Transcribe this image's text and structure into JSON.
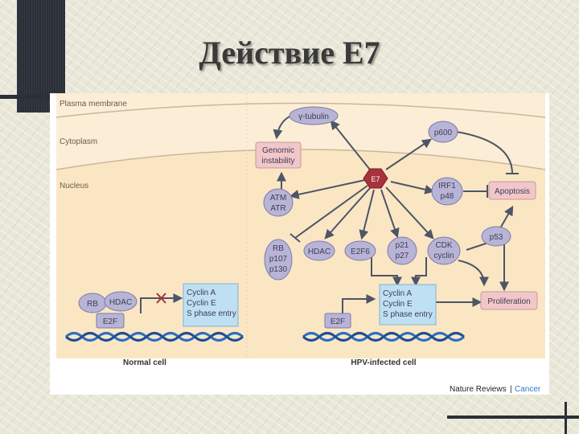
{
  "slide": {
    "title": "Действие E7"
  },
  "figure": {
    "regions": {
      "membrane": "Plasma membrane",
      "cytoplasm": "Cytoplasm",
      "nucleus": "Nucleus"
    },
    "e7": "E7",
    "nodes": {
      "gamma_tubulin": "γ-tubulin",
      "genomic": [
        "Genomic",
        "instability"
      ],
      "atm": [
        "ATM",
        "ATR"
      ],
      "rb": [
        "RB",
        "p107",
        "p130"
      ],
      "hdac": "HDAC",
      "e2f6": "E2F6",
      "p21": [
        "p21",
        "p27"
      ],
      "cdk": [
        "CDK",
        "cyclin"
      ],
      "irf": [
        "IRF1",
        "p48"
      ],
      "p600": "p600",
      "p53": "p53",
      "apoptosis": "Apoptosis",
      "proliferation": "Proliferation"
    },
    "normal": {
      "rb": "RB",
      "hdac": "HDAC",
      "e2f": "E2F",
      "cyclin": [
        "Cyclin A",
        "Cyclin E",
        "S phase entry"
      ],
      "label": "Normal cell"
    },
    "hpv": {
      "e2f": "E2F",
      "cyclin": [
        "Cyclin A",
        "Cyclin E",
        "S phase entry"
      ],
      "label": "HPV-infected cell"
    },
    "credit": {
      "journal": "Nature Reviews",
      "sep": "|",
      "section": "Cancer"
    },
    "colors": {
      "nucleus": "#fbe6c4",
      "cytoplasm": "#fcedd6",
      "node": "#b7b4d6",
      "node_stroke": "#7e7aa8",
      "pink": "#f2c7c9",
      "blue": "#bfe0f2",
      "e7": "#a8323c",
      "arrow": "#4d5566",
      "inhibit": "#b03040",
      "dna": "#2a6fc1"
    }
  }
}
